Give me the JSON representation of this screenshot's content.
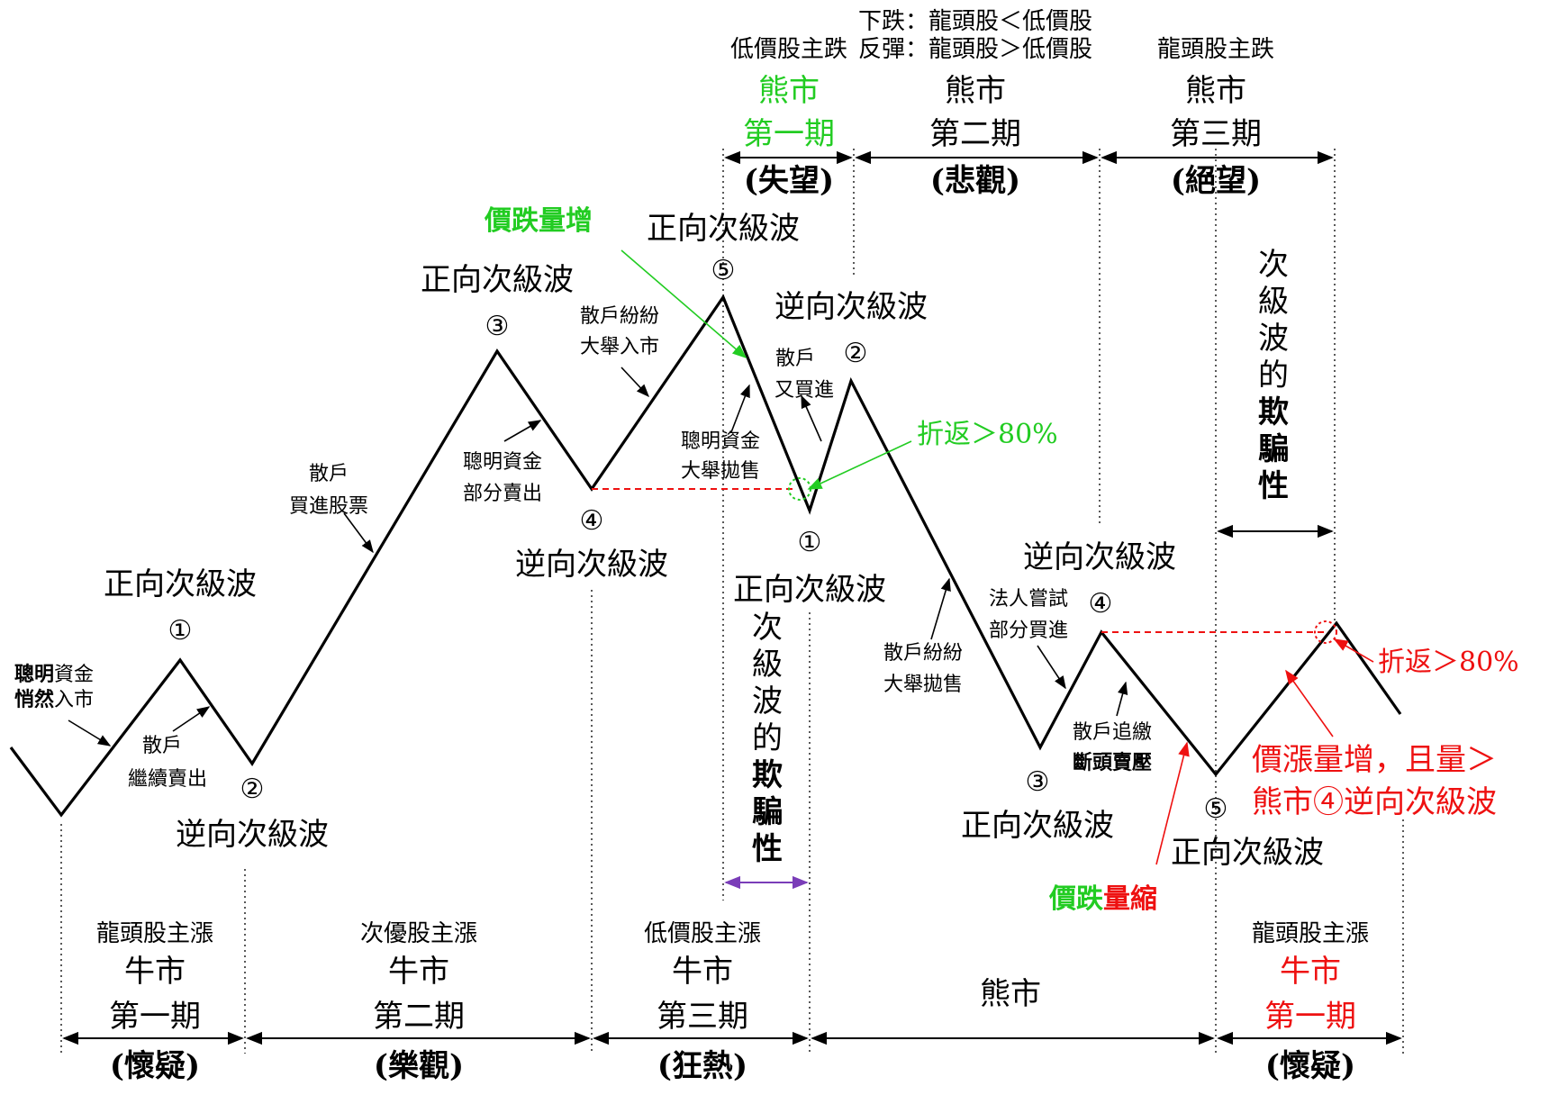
{
  "colors": {
    "green": "#22cc22",
    "red": "#ee1111",
    "purple": "#7a3db8",
    "black": "#000000"
  },
  "waves": {
    "w1_label": "正向次級波",
    "w1_num": "①",
    "w2_label": "逆向次級波",
    "w2_num": "②",
    "w3_label": "正向次級波",
    "w3_num": "③",
    "w4_label": "逆向次級波",
    "w4_num": "④",
    "w5_label": "正向次級波",
    "w5_num": "⑤",
    "b1_label": "正向次級波",
    "b1_num": "①",
    "b2_label": "逆向次級波",
    "b2_num": "②",
    "b3_label": "正向次級波",
    "b3_num": "③",
    "b4_label": "逆向次級波",
    "b4_num": "④",
    "b5_label": "正向次級波",
    "b5_num": "⑤"
  },
  "annotations": {
    "smart_quiet_1": "聰明",
    "smart_quiet_2": "資金",
    "smart_quiet_3": "悄然",
    "smart_quiet_4": "入市",
    "retail_keep_1": "散戶",
    "retail_keep_2": "繼續賣出",
    "retail_buy_1": "散戶",
    "retail_buy_2": "買進股票",
    "smart_partial_1": "聰明資金",
    "smart_partial_2": "部分賣出",
    "retail_rush_1": "散戶紛紛",
    "retail_rush_2": "大舉入市",
    "price_drop_vol_up": "價跌量增",
    "retail_rebuy_1": "散戶",
    "retail_rebuy_2": "又買進",
    "smart_dump_1": "聰明資金",
    "smart_dump_2": "大舉拋售",
    "retrace_1": "折返＞80%",
    "deception_1": "次級波的欺騙性",
    "retail_dump_1": "散戶紛紛",
    "retail_dump_2": "大舉拋售",
    "inst_try_1": "法人嘗試",
    "inst_try_2": "部分買進",
    "retail_chase_1": "散戶追繳",
    "retail_chase_2": "斷頭賣壓",
    "price_drop_vol_down_1": "價跌",
    "price_drop_vol_down_2": "量縮",
    "retrace_2": "折返＞80%",
    "price_up_vol_1": "價漲量增，且量＞",
    "price_up_vol_2": "熊市④逆向次級波",
    "deception_2": "次級波的欺騙性"
  },
  "bear_phases": {
    "p1_top": "低價股主跌",
    "p1_name": "熊市",
    "p1_stage": "第一期",
    "p1_mood": "(失望)",
    "p2_top1": "下跌：龍頭股＜低價股",
    "p2_top2": "反彈：龍頭股＞低價股",
    "p2_name": "熊市",
    "p2_stage": "第二期",
    "p2_mood": "(悲觀)",
    "p3_top": "龍頭股主跌",
    "p3_name": "熊市",
    "p3_stage": "第三期",
    "p3_mood": "(絕望)"
  },
  "bull_phases": {
    "p1_top": "龍頭股主漲",
    "p1_name": "牛市",
    "p1_stage": "第一期",
    "p1_mood": "(懷疑)",
    "p2_top": "次優股主漲",
    "p2_name": "牛市",
    "p2_stage": "第二期",
    "p2_mood": "(樂觀)",
    "p3_top": "低價股主漲",
    "p3_name": "牛市",
    "p3_stage": "第三期",
    "p3_mood": "(狂熱)",
    "bear_name": "熊市",
    "p4_top": "龍頭股主漲",
    "p4_name": "牛市",
    "p4_stage": "第一期",
    "p4_mood": "(懷疑)"
  }
}
